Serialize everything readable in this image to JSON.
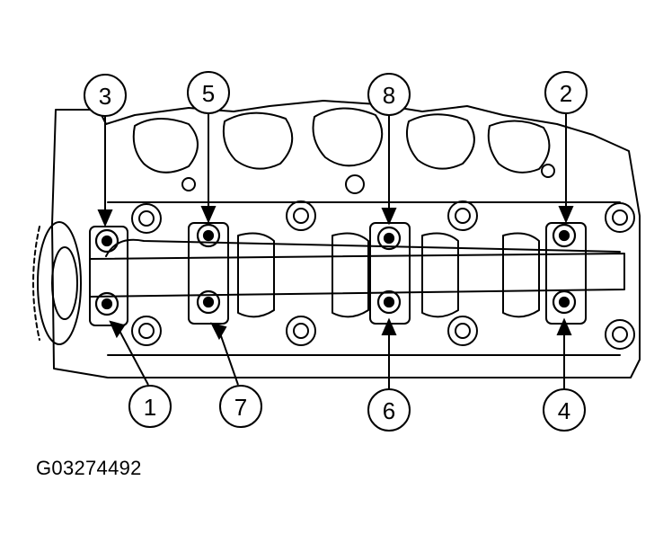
{
  "figure_id": "G03274492",
  "callouts": [
    {
      "number": "3"
    },
    {
      "number": "5"
    },
    {
      "number": "8"
    },
    {
      "number": "2"
    },
    {
      "number": "1"
    },
    {
      "number": "7"
    },
    {
      "number": "6"
    },
    {
      "number": "4"
    }
  ],
  "colors": {
    "line": "#000000",
    "background": "#ffffff"
  }
}
